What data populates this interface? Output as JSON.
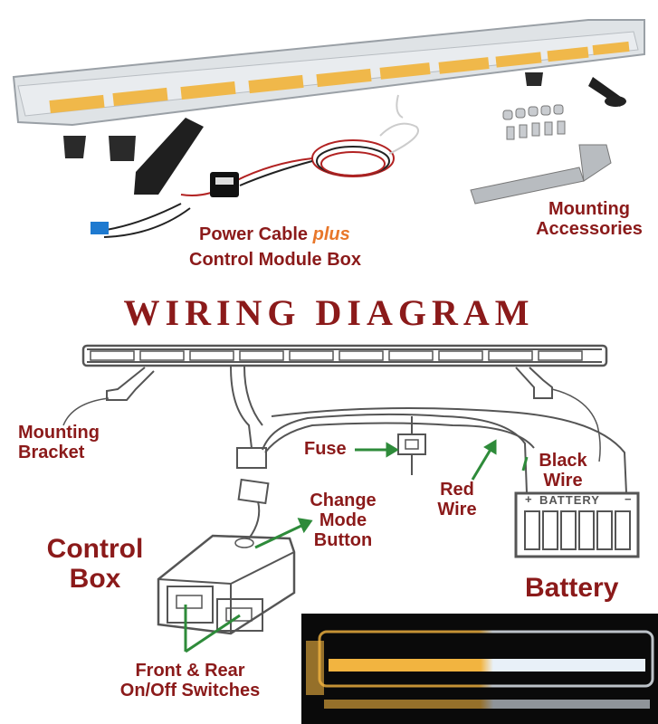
{
  "colors": {
    "label": "#8b1a1a",
    "accent": "#e8772a",
    "arrow": "#2e8b3a",
    "amber": "#f2b440",
    "white_led": "#e8f0f8"
  },
  "top": {
    "power_cable_line1": "Power Cable",
    "power_cable_plus": "plus",
    "power_cable_line2": "Control Module Box",
    "mounting_line1": "Mounting",
    "mounting_line2": "Accessories"
  },
  "diagram": {
    "title": "WIRING DIAGRAM",
    "mounting_bracket_line1": "Mounting",
    "mounting_bracket_line2": "Bracket",
    "fuse": "Fuse",
    "black_wire_line1": "Black",
    "black_wire_line2": "Wire",
    "red_wire_line1": "Red",
    "red_wire_line2": "Wire",
    "change_mode_line1": "Change",
    "change_mode_line2": "Mode",
    "change_mode_line3": "Button",
    "control_box_line1": "Control",
    "control_box_line2": "Box",
    "battery": "Battery",
    "battery_text": "BATTERY",
    "battery_plus": "+",
    "battery_minus": "−",
    "switches_line1": "Front & Rear",
    "switches_line2": "On/Off Switches"
  }
}
